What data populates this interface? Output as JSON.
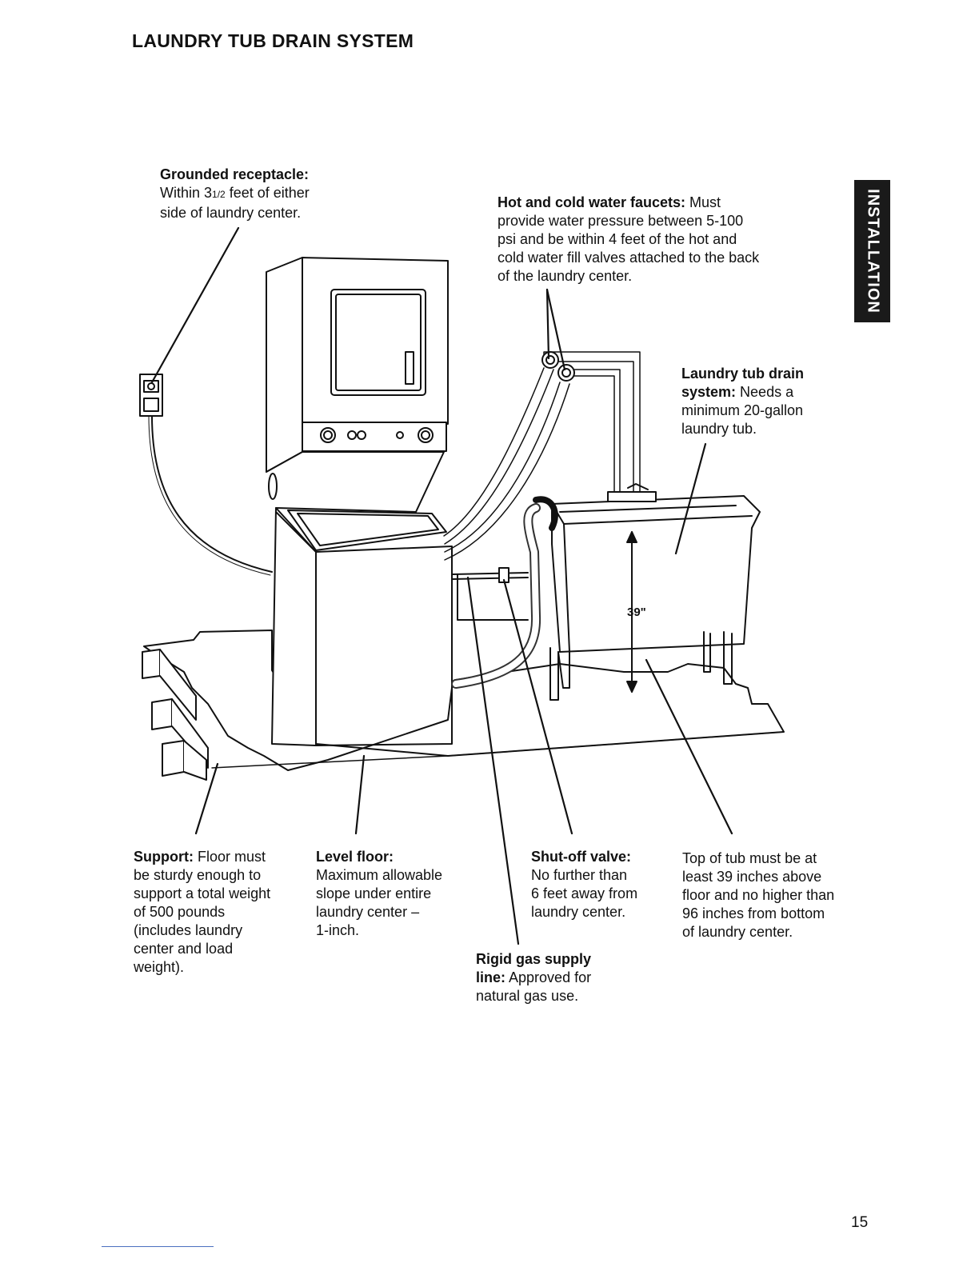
{
  "page": {
    "title": "LAUNDRY TUB DRAIN SYSTEM",
    "section_tab": "INSTALLATION",
    "page_number": "15"
  },
  "callouts": {
    "receptacle": {
      "heading": "Grounded receptacle:",
      "line1": "Within 3",
      "fraction": "1/2",
      "line1_rest": " feet of either",
      "line2": "side of laundry center."
    },
    "faucets": {
      "heading": "Hot and cold water faucets:",
      "heading_rest": " Must",
      "line1": "provide water pressure between 5-100",
      "line2": "psi and be within 4 feet of the hot and",
      "line3": "cold water fill valves attached to the back",
      "line4": "of the laundry center."
    },
    "drain": {
      "heading1": "Laundry tub drain",
      "heading2": "system:",
      "heading2_rest": " Needs a",
      "line1": "minimum 20-gallon",
      "line2": "laundry tub."
    },
    "support": {
      "heading": "Support:",
      "heading_rest": " Floor must",
      "line1": "be sturdy enough to",
      "line2": "support a total weight",
      "line3": "of 500 pounds",
      "line4": "(includes laundry",
      "line5": "center and load",
      "line6": "weight)."
    },
    "level_floor": {
      "heading": "Level floor:",
      "line1": "Maximum allowable",
      "line2": "slope under entire",
      "line3": "laundry center –",
      "line4": "1-inch."
    },
    "shutoff": {
      "heading": "Shut-off valve:",
      "line1": "No further than",
      "line2": "6 feet away from",
      "line3": "laundry center."
    },
    "tub_height": {
      "line1": "Top of tub must be at",
      "line2": "least 39 inches above",
      "line3": "floor and no higher than",
      "line4": "96 inches from bottom",
      "line5": "of laundry center."
    },
    "gas": {
      "heading": "Rigid gas supply",
      "heading2": "line:",
      "heading2_rest": " Approved for",
      "line1": "natural gas use."
    }
  },
  "diagram": {
    "dimension_label": "39\""
  }
}
